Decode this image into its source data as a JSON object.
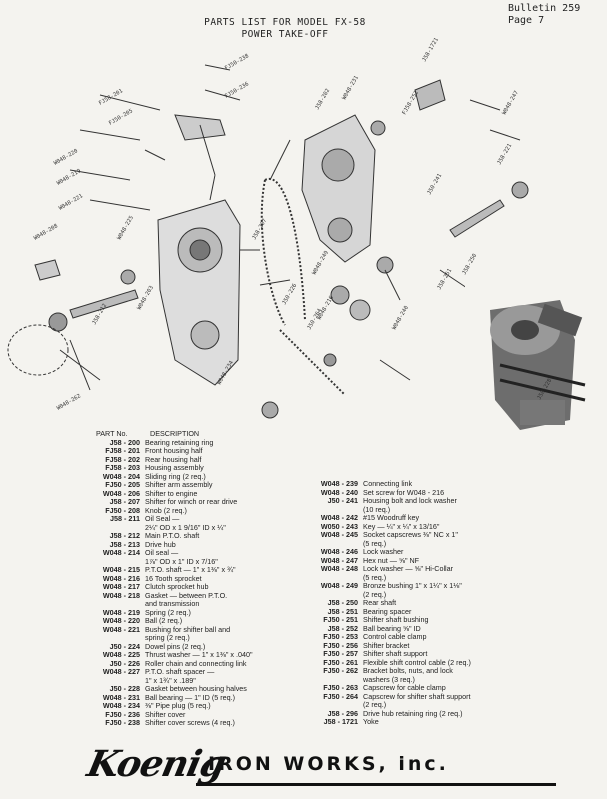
{
  "header": {
    "bulletin": "Bulletin 259",
    "page": "Page 7",
    "title": "PARTS LIST FOR MODEL FX-58",
    "subtitle": "POWER TAKE-OFF"
  },
  "diagram_labels": [
    "FJ50-238",
    "FJ50-236",
    "FJ58-201",
    "FJ50-205",
    "W048-249",
    "W048-247",
    "J58-1721",
    "J58-202",
    "W048-231",
    "J58-221",
    "W048-234",
    "W048-216",
    "J58-212",
    "W048-220",
    "W048-219",
    "W048-221",
    "W048-208",
    "J58-207",
    "W048-225",
    "J58-228",
    "J58-250",
    "J58-251",
    "FJ58-252",
    "W048-203",
    "W048-240",
    "J50-226",
    "J50-264",
    "J50-241",
    "W048-262"
  ],
  "parts_list": {
    "col_part": "PART No.",
    "col_desc": "DESCRIPTION",
    "left": [
      {
        "pn": "J58 - 200",
        "desc": "Bearing retaining ring"
      },
      {
        "pn": "FJ58 - 201",
        "desc": "Front housing half"
      },
      {
        "pn": "FJ58 - 202",
        "desc": "Rear housing half"
      },
      {
        "pn": "FJ58 - 203",
        "desc": "Housing assembly"
      },
      {
        "pn": "W048 - 204",
        "desc": "Sliding ring (2 req.)"
      },
      {
        "pn": "FJ50 - 205",
        "desc": "Shifter arm assembly"
      },
      {
        "pn": "W048 - 206",
        "desc": "Shifter to engine"
      },
      {
        "pn": "J58 - 207",
        "desc": "Shifter for winch or rear drive"
      },
      {
        "pn": "FJ50 - 208",
        "desc": "Knob (2 req.)"
      },
      {
        "pn": "J58 - 211",
        "desc": "Oil Seal —"
      },
      {
        "pn": "",
        "desc": "2¼\" OD x 1 9/16\" ID x ¼\""
      },
      {
        "pn": "J58 - 212",
        "desc": "Main P.T.O. shaft"
      },
      {
        "pn": "J58 - 213",
        "desc": "Drive hub"
      },
      {
        "pn": "W048 - 214",
        "desc": "Oil seal —"
      },
      {
        "pn": "",
        "desc": "1⅞\" OD x 1\" ID x 7/16\""
      },
      {
        "pn": "W048 - 215",
        "desc": "P.T.O. shaft — 1\" x 1⅜\" x ¾\""
      },
      {
        "pn": "W048 - 216",
        "desc": "16 Tooth sprocket"
      },
      {
        "pn": "W048 - 217",
        "desc": "Clutch sprocket hub"
      },
      {
        "pn": "W048 - 218",
        "desc": "Gasket — between P.T.O."
      },
      {
        "pn": "",
        "desc": "and transmission"
      },
      {
        "pn": "W048 - 219",
        "desc": "Spring (2 req.)"
      },
      {
        "pn": "W048 - 220",
        "desc": "Ball (2 req.)"
      },
      {
        "pn": "W048 - 221",
        "desc": "Bushing for shifter ball and"
      },
      {
        "pn": "",
        "desc": "spring (2 req.)"
      },
      {
        "pn": "J50 - 224",
        "desc": "Dowel pins (2 req.)"
      },
      {
        "pn": "W048 - 225",
        "desc": "Thrust washer — 1\" x 1⅜\" x .040\""
      },
      {
        "pn": "J50 - 226",
        "desc": "Roller chain and connecting link"
      },
      {
        "pn": "W048 - 227",
        "desc": "P.T.O. shaft spacer —"
      },
      {
        "pn": "",
        "desc": "1\" x 1¾\" x .189\""
      },
      {
        "pn": "J50 - 228",
        "desc": "Gasket between housing halves"
      },
      {
        "pn": "W048 - 231",
        "desc": "Ball bearing — 1\" ID (5 req.)"
      },
      {
        "pn": "W048 - 234",
        "desc": "⅜\" Pipe plug (5 req.)"
      },
      {
        "pn": "FJ50 - 236",
        "desc": "Shifter cover"
      },
      {
        "pn": "FJ50 - 238",
        "desc": "Shifter cover screws (4 req.)"
      }
    ],
    "right": [
      {
        "pn": "W048 - 239",
        "desc": "Connecting link"
      },
      {
        "pn": "W048 - 240",
        "desc": "Set screw for W048 - 216"
      },
      {
        "pn": "J50 - 241",
        "desc": "Housing bolt and lock washer"
      },
      {
        "pn": "",
        "desc": "(10 req.)"
      },
      {
        "pn": "W048 - 242",
        "desc": "#15 Woodruff key"
      },
      {
        "pn": "W050 - 243",
        "desc": "Key — ¼\" x ¼\" x 13/16\""
      },
      {
        "pn": "W048 - 245",
        "desc": "Socket capscrews ⅜\" NC x 1\""
      },
      {
        "pn": "",
        "desc": "(5 req.)"
      },
      {
        "pn": "W048 - 246",
        "desc": "Lock washer"
      },
      {
        "pn": "W048 - 247",
        "desc": "Hex nut — ⅝\" NF"
      },
      {
        "pn": "W048 - 248",
        "desc": "Lock washer — ⅝\" Hi-Collar"
      },
      {
        "pn": "",
        "desc": "(5 req.)"
      },
      {
        "pn": "W048 - 249",
        "desc": "Bronze bushing 1\" x 1¼\" x 1⅛\""
      },
      {
        "pn": "",
        "desc": "(2 req.)"
      },
      {
        "pn": "J58 - 250",
        "desc": "Rear shaft"
      },
      {
        "pn": "J58 - 251",
        "desc": "Bearing spacer"
      },
      {
        "pn": "FJ50 - 251",
        "desc": "Shifter shaft bushing"
      },
      {
        "pn": "J58 - 252",
        "desc": "Ball bearing ⅝\" ID"
      },
      {
        "pn": "FJ50 - 253",
        "desc": "Control cable clamp"
      },
      {
        "pn": "FJ50 - 256",
        "desc": "Shifter bracket"
      },
      {
        "pn": "FJ50 - 257",
        "desc": "Shifter shaft support"
      },
      {
        "pn": "FJ50 - 261",
        "desc": "Flexible shift control cable (2 req.)"
      },
      {
        "pn": "FJ50 - 262",
        "desc": "Bracket bolts, nuts, and lock"
      },
      {
        "pn": "",
        "desc": "washers (3 req.)"
      },
      {
        "pn": "FJ50 - 263",
        "desc": "Capscrew for cable clamp"
      },
      {
        "pn": "FJ50 - 264",
        "desc": "Capscrew for shifter shaft support"
      },
      {
        "pn": "",
        "desc": "(2 req.)"
      },
      {
        "pn": "J58 - 296",
        "desc": "Drive hub retaining ring (2 req.)"
      },
      {
        "pn": "J58 - 1721",
        "desc": "Yoke"
      }
    ]
  },
  "footer": {
    "logo": "Koenig",
    "company": "IRON WORKS, inc."
  }
}
